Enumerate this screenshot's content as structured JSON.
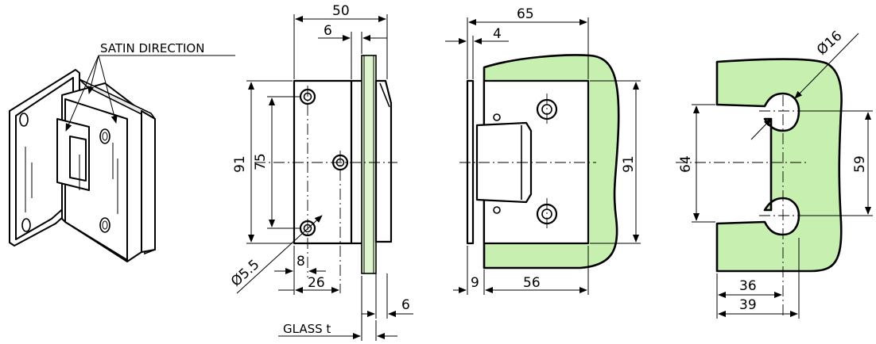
{
  "labels": {
    "satin_direction": "SATIN DIRECTION",
    "glass_t": "GLASS t"
  },
  "dimensions": {
    "side_width": "50",
    "side_offset": "6",
    "side_height_outer": "91",
    "side_height_holes": "75",
    "hole_diameter": "Ø5.5",
    "hole_edge": "8",
    "hole_center": "26",
    "glass_gap": "6",
    "front_width": "65",
    "front_offset": "4",
    "front_height": "91",
    "front_plate": "9",
    "front_cut": "56",
    "cutout_diameter": "Ø16",
    "cutout_height_outer": "64",
    "cutout_height_inner": "59",
    "cutout_depth_inner": "36",
    "cutout_depth_outer": "39"
  },
  "colors": {
    "glass_fill": "#c7efb0",
    "line": "#000000",
    "background": "#ffffff"
  }
}
